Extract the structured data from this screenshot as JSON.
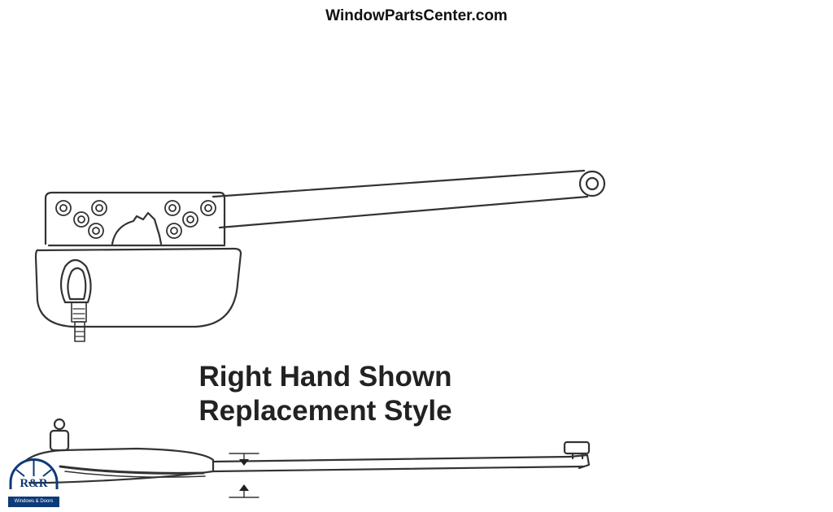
{
  "header": {
    "site_name": "WindowPartsCenter.com"
  },
  "caption": {
    "line1": "Right Hand Shown",
    "line2": "Replacement Style"
  },
  "logo": {
    "name": "R&R",
    "tagline": "Windows & Doors",
    "color": "#0d3a78"
  },
  "icons": [
    "arched-window-icon",
    "dimension-arrow-icon"
  ]
}
